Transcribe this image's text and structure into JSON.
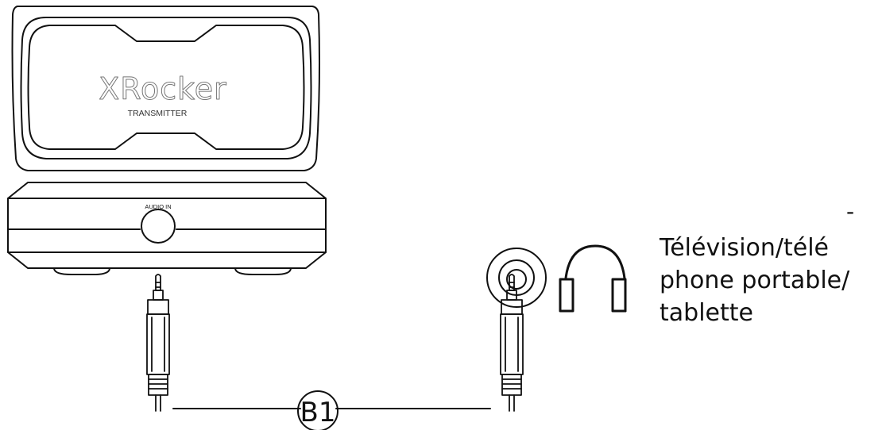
{
  "transmitter": {
    "brand": "XRocker",
    "subtitle": "TRANSMITTER",
    "port_label": "AUDIO IN"
  },
  "cable": {
    "label": "B1"
  },
  "device": {
    "dash": "-",
    "text": "Télévision/télé\nphone portable/\ntablette"
  }
}
